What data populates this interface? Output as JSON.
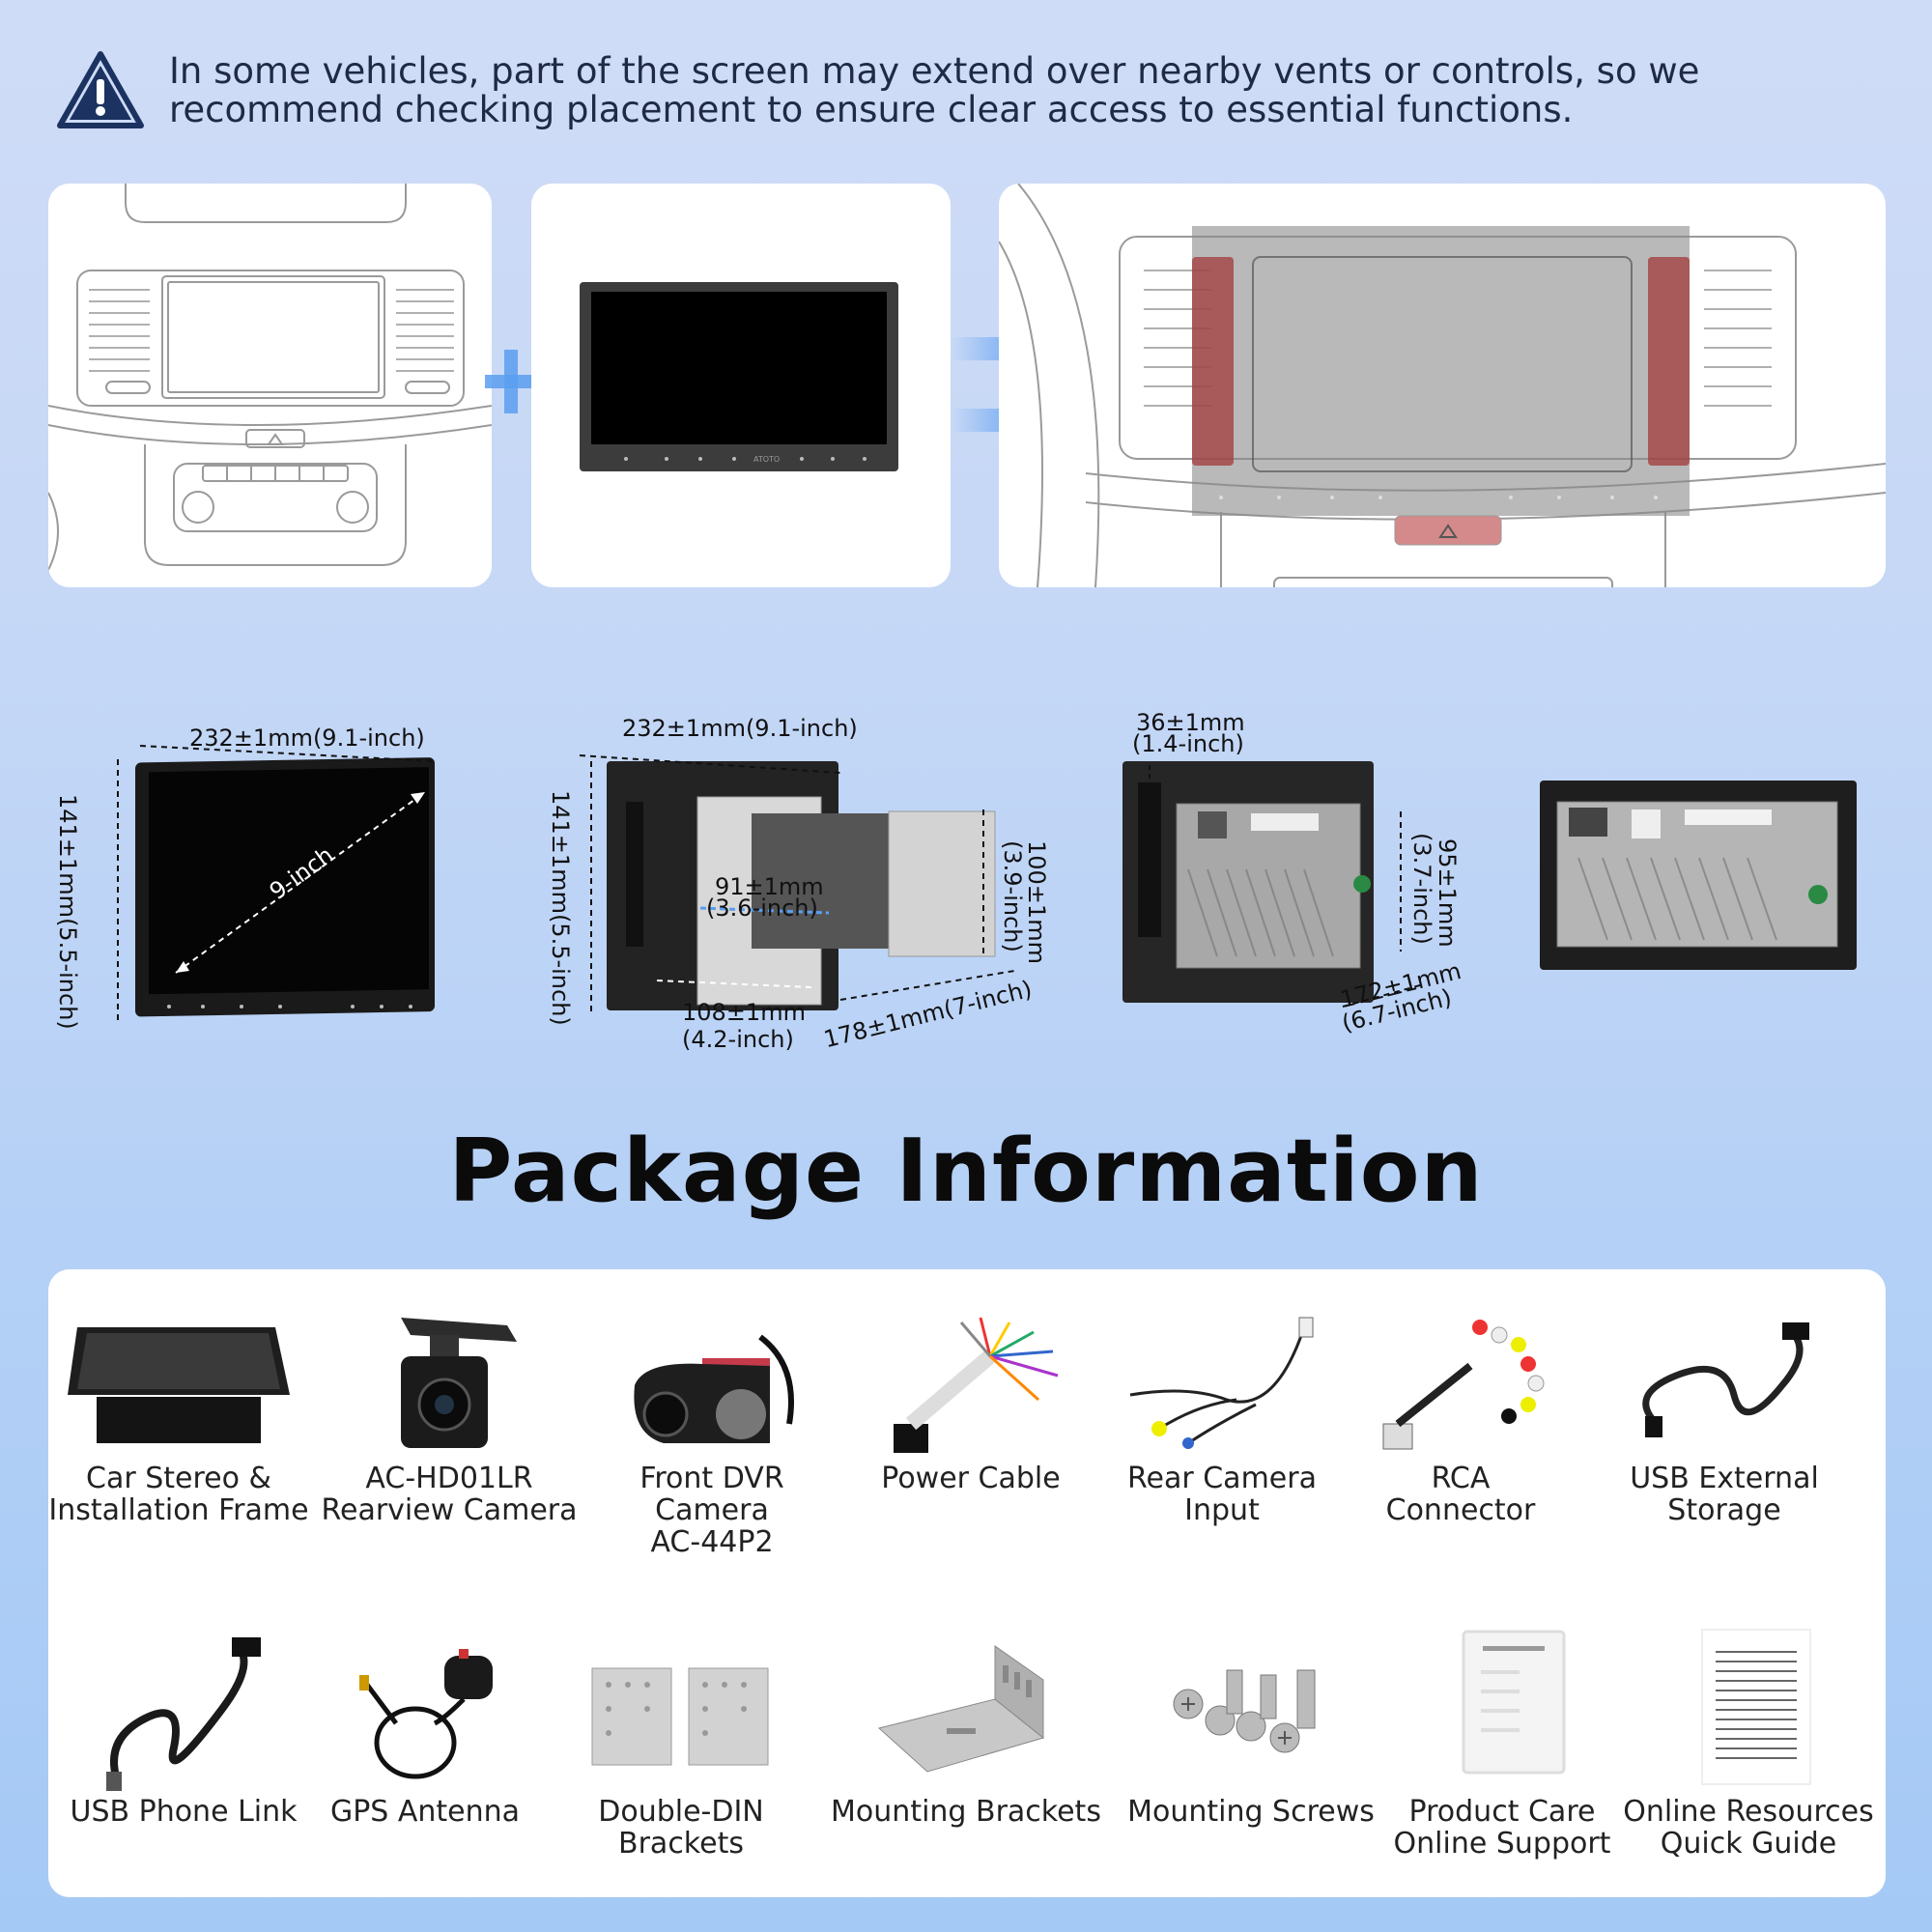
{
  "notice": {
    "text": "In some vehicles, part of the screen may extend over nearby vents or controls, so we recommend checking placement to ensure clear access to essential functions."
  },
  "device_brand": "ATOTO",
  "dimensions": {
    "width_front": "232±1mm(9.1-inch)",
    "height_front": "141±1mm(5.5-inch)",
    "diagonal": "9-inch",
    "width_side": "232±1mm(9.1-inch)",
    "height_side": "141±1mm(5.5-inch)",
    "frame_width_1": "91±1mm",
    "frame_width_2": "(3.6-inch)",
    "frame_height_1": "100±1mm",
    "frame_height_2": "(3.9-inch)",
    "depth_front_1": "108±1mm",
    "depth_front_2": "(4.2-inch)",
    "depth_total": "178±1mm(7-inch)",
    "thick_1": "36±1mm",
    "thick_2": "(1.4-inch)",
    "body_height_1": "95±1mm",
    "body_height_2": "(3.7-inch)",
    "body_depth_1": "172±1mm",
    "body_depth_2": "(6.7-inch)"
  },
  "package": {
    "title": "Package Information",
    "items": [
      {
        "line1": "Car Stereo &",
        "line2": "Installation Frame",
        "icon": "car-stereo-icon"
      },
      {
        "line1": "AC-HD01LR",
        "line2": "Rearview Camera",
        "icon": "rearview-camera-icon"
      },
      {
        "line1": "Front DVR Camera",
        "line2": "AC-44P2",
        "icon": "dvr-camera-icon"
      },
      {
        "line1": "Power Cable",
        "line2": "",
        "icon": "power-cable-icon"
      },
      {
        "line1": "Rear Camera Input",
        "line2": "",
        "icon": "rear-camera-cable-icon"
      },
      {
        "line1": "RCA Connector",
        "line2": "",
        "icon": "rca-connector-icon"
      },
      {
        "line1": "USB External Storage",
        "line2": "",
        "icon": "usb-cable-icon"
      },
      {
        "line1": "USB Phone Link",
        "line2": "",
        "icon": "usb-phone-cable-icon"
      },
      {
        "line1": "GPS Antenna",
        "line2": "",
        "icon": "gps-antenna-icon"
      },
      {
        "line1": "Double-DIN Brackets",
        "line2": "",
        "icon": "din-bracket-icon"
      },
      {
        "line1": "Mounting Brackets",
        "line2": "",
        "icon": "mounting-bracket-icon"
      },
      {
        "line1": "Mounting Screws",
        "line2": "",
        "icon": "screws-icon"
      },
      {
        "line1": "Product Care",
        "line2": "Online Support",
        "icon": "product-care-card-icon"
      },
      {
        "line1": "Online Resources",
        "line2": "Quick Guide",
        "icon": "quick-guide-icon"
      }
    ]
  }
}
